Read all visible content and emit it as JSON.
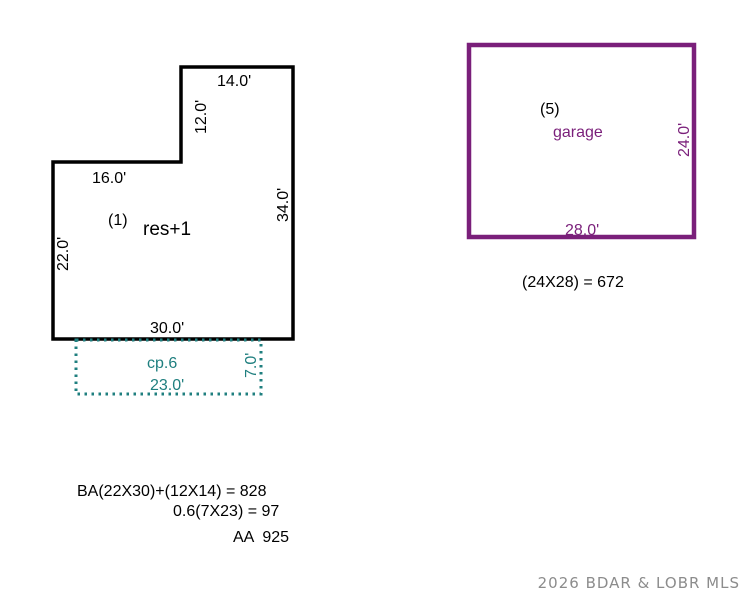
{
  "colors": {
    "residence": "#000000",
    "carport": "#1f7f7f",
    "garage": "#7a1f7a",
    "watermark": "#8c8c8c"
  },
  "residence": {
    "dim_top": "14.0'",
    "dim_step_vertical": "12.0'",
    "dim_step_horizontal": "16.0'",
    "dim_right": "34.0'",
    "dim_left": "22.0'",
    "dim_bottom": "30.0'",
    "number": "(1)",
    "label": "res+1"
  },
  "carport": {
    "label": "cp.6",
    "dim_bottom": "23.0'",
    "dim_right": "7.0'"
  },
  "garage": {
    "number": "(5)",
    "label": "garage",
    "dim_right": "24.0'",
    "dim_bottom": "28.0'",
    "area_formula": "(24X28) = 672"
  },
  "calculations": {
    "base_area": "BA(22X30)+(12X14) = 828",
    "carport_area": "0.6(7X23) = 97",
    "adjusted_area": "AA  925"
  },
  "watermark": "2026 BDAR & LOBR MLS"
}
